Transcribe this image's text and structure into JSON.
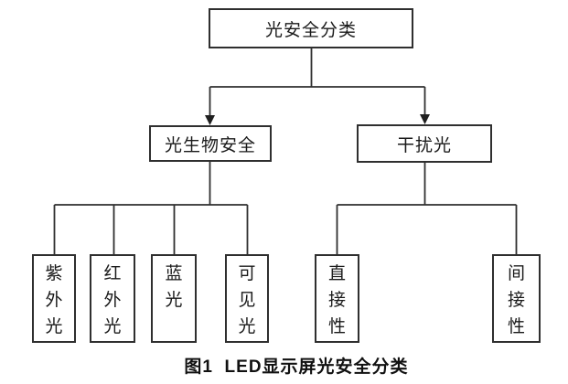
{
  "diagram": {
    "title_caption": "图1  LED显示屏光安全分类",
    "root": {
      "label": "光安全分类"
    },
    "level2": [
      {
        "label": "光生物安全"
      },
      {
        "label": "干扰光"
      }
    ],
    "leaves_left": [
      {
        "label": "紫外光"
      },
      {
        "label": "红外光"
      },
      {
        "label": "蓝光"
      },
      {
        "label": "可见光"
      }
    ],
    "leaves_right": [
      {
        "label": "直接性"
      },
      {
        "label": "间接性"
      }
    ],
    "colors": {
      "line": "#2f2f2f",
      "background": "#ffffff",
      "text": "#1a1a1a"
    }
  }
}
